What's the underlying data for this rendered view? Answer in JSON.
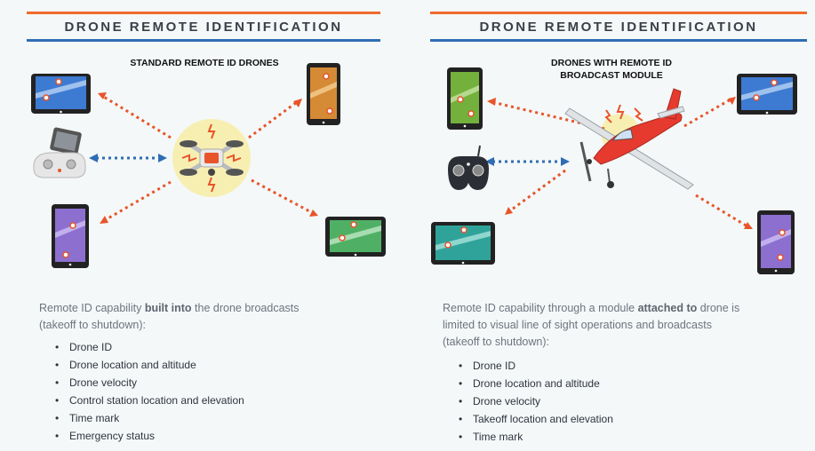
{
  "left": {
    "title": "DRONE REMOTE IDENTIFICATION",
    "subtitle": "STANDARD REMOTE ID DRONES",
    "desc_pre": "Remote ID capability ",
    "desc_bold": "built into",
    "desc_post": " the drone broadcasts",
    "desc_line2": "(takeoff to shutdown):",
    "bullets": [
      "Drone ID",
      "Drone location and altitude",
      "Drone velocity",
      "Control station location and elevation",
      "Time mark",
      "Emergency status"
    ]
  },
  "right": {
    "title": "DRONE REMOTE IDENTIFICATION",
    "subtitle_line1": "DRONES WITH REMOTE ID",
    "subtitle_line2": "BROADCAST MODULE",
    "desc_pre": "Remote ID capability through a module ",
    "desc_bold": "attached to",
    "desc_post": " drone is",
    "desc_line2": "limited to visual line of sight operations and broadcasts",
    "desc_line3": "(takeoff to shutdown):",
    "bullets": [
      "Drone ID",
      "Drone location and altitude",
      "Drone velocity",
      "Takeoff location and elevation",
      "Time mark"
    ]
  },
  "colors": {
    "orange_rule": "#ef6a2d",
    "blue_rule": "#2f6db5",
    "broadcast_arrow": "#e8542a",
    "controller_arrow": "#2f6db5"
  },
  "icons": [
    "quadcopter-drone-icon",
    "fixed-wing-airplane-icon",
    "tablet-icon",
    "remote-controller-icon"
  ]
}
